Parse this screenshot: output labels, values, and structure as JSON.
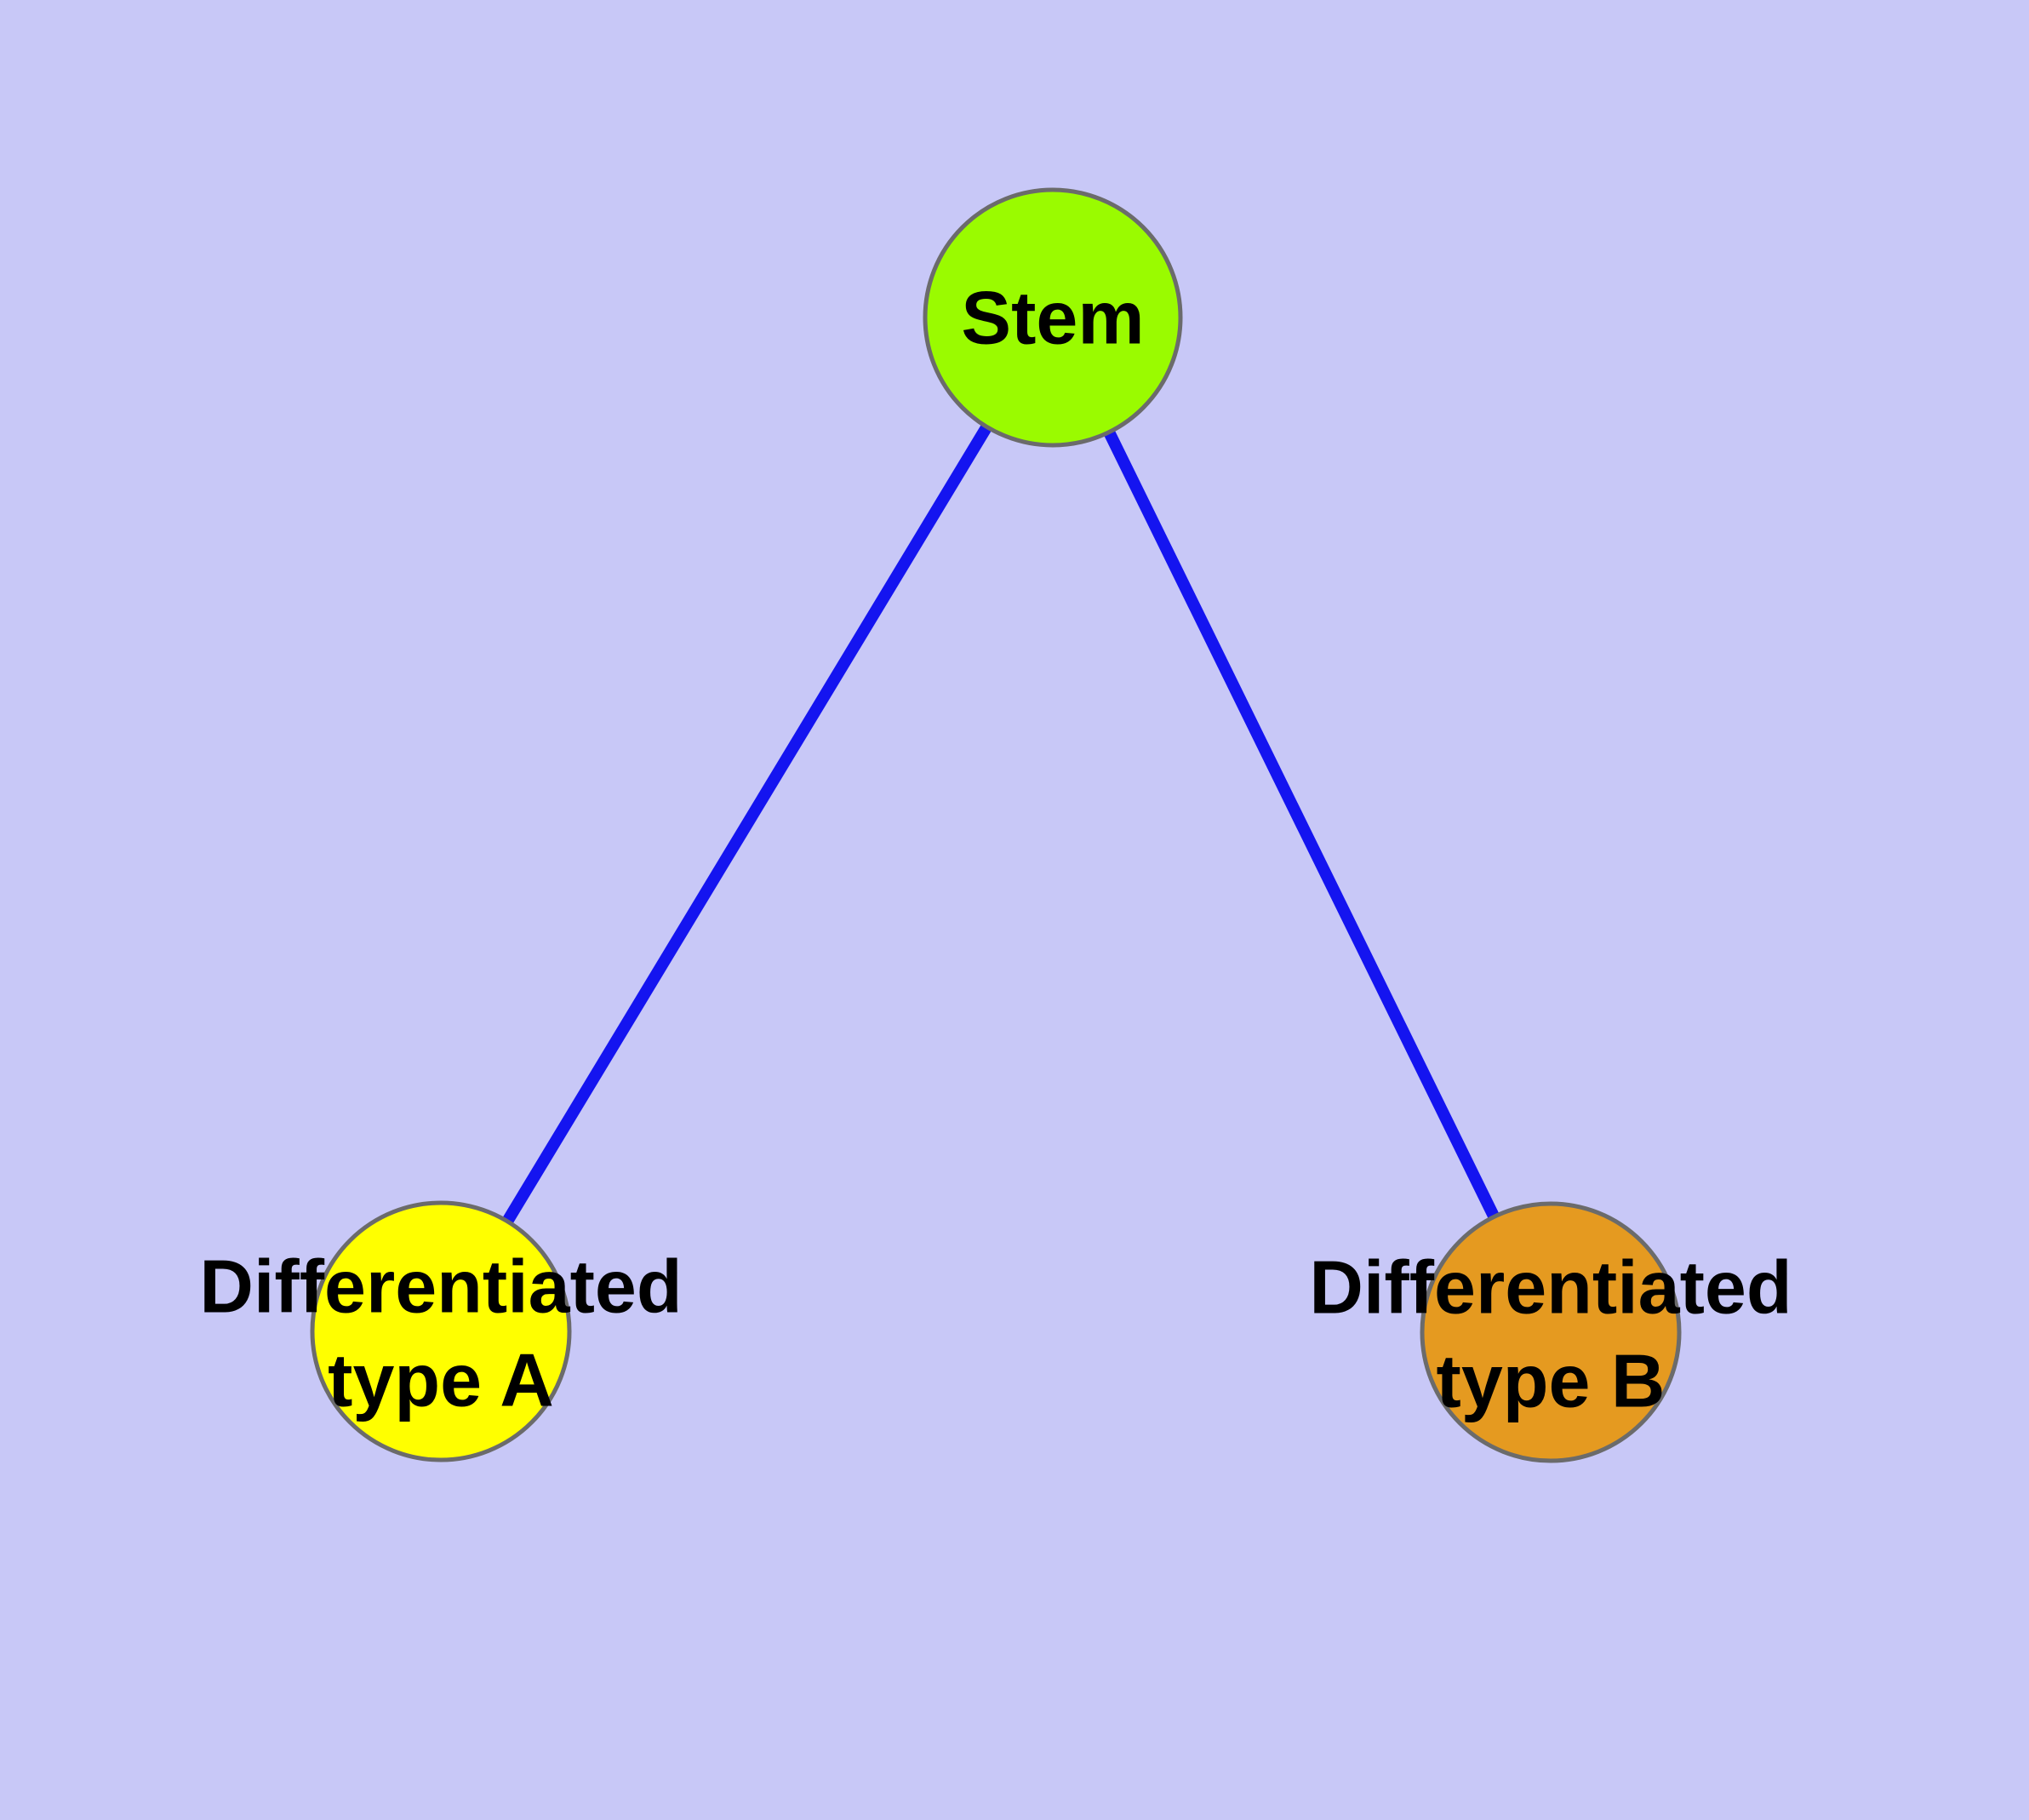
{
  "diagram": {
    "type": "graph",
    "background_color": "#c8c8f7",
    "edge_color": "#1414f0",
    "node_border_color": "#6b6b6b",
    "label_color": "#000000",
    "nodes": [
      {
        "id": "stem",
        "label": "Stem",
        "fill_color": "#9afb00"
      },
      {
        "id": "differentiated-type-a",
        "label_line1": "Differentiated",
        "label_line2": "type A",
        "fill_color": "#ffff00"
      },
      {
        "id": "differentiated-type-b",
        "label_line1": "Differentiated",
        "label_line2": "type B",
        "fill_color": "#e59a20"
      }
    ],
    "edges": [
      {
        "from": "stem",
        "to": "differentiated-type-a"
      },
      {
        "from": "stem",
        "to": "differentiated-type-b"
      }
    ]
  }
}
